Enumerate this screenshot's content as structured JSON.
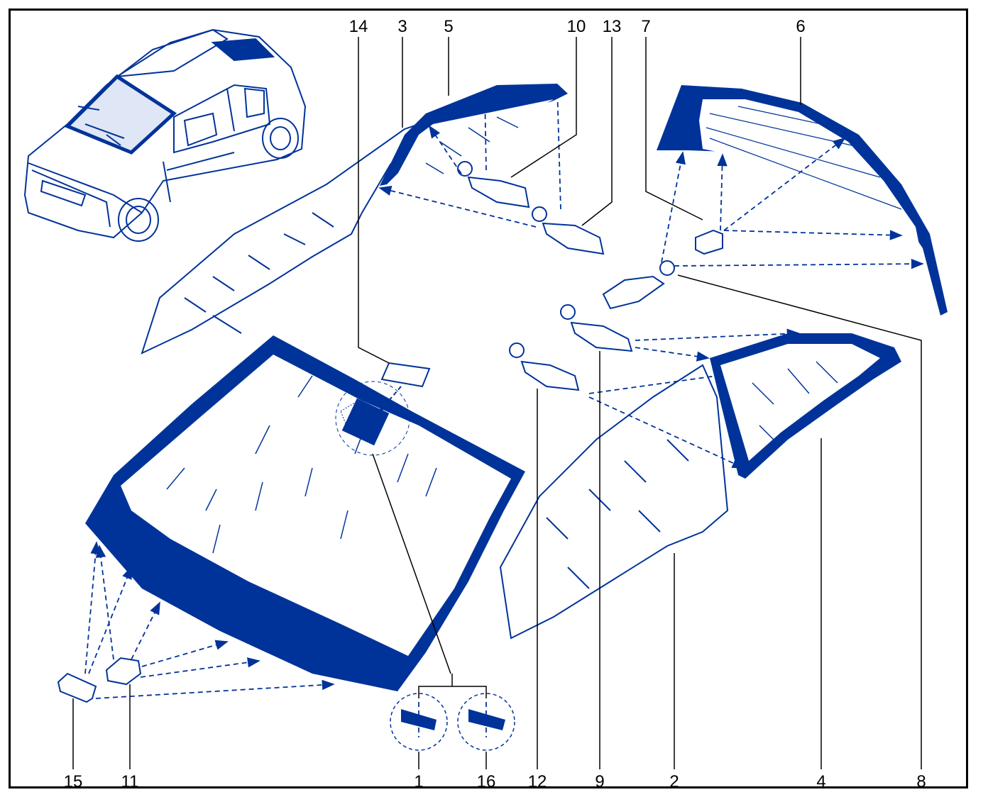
{
  "diagram": {
    "callouts": [
      "14",
      "3",
      "5",
      "10",
      "13",
      "7",
      "6",
      "15",
      "11",
      "1",
      "16",
      "12",
      "9",
      "2",
      "4",
      "8"
    ]
  },
  "colors": {
    "ink": "#003399",
    "frame": "#000000",
    "labels": "#000000",
    "background": "#ffffff"
  },
  "icons": [
    "car-illustration",
    "windscreen",
    "rear-window",
    "quarter-glass",
    "door-glass",
    "roof-glass",
    "sensor",
    "clip",
    "pad",
    "zoom-detail"
  ]
}
